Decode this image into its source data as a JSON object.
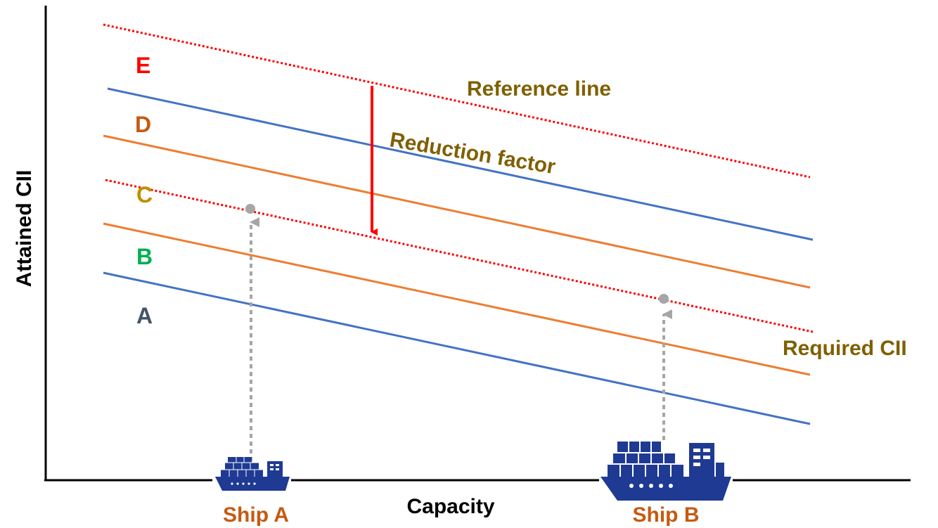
{
  "axes": {
    "y_label": "Attained CII",
    "x_label": "Capacity"
  },
  "bands": [
    {
      "label": "E",
      "color": "#ff0000"
    },
    {
      "label": "D",
      "color": "#c55a11"
    },
    {
      "label": "C",
      "color": "#bf9000"
    },
    {
      "label": "B",
      "color": "#00b050"
    },
    {
      "label": "A",
      "color": "#44546a"
    }
  ],
  "annotations": {
    "reference_line": "Reference line",
    "reduction_factor": "Reduction factor",
    "required_cii": "Required CII",
    "annotation_color": "#7f6000"
  },
  "line_colors": {
    "boundary_blue": "#4472c4",
    "boundary_orange": "#ed7d31",
    "dotted_red": "#ff0000",
    "marker_gray": "#a6a6a6"
  },
  "ships": [
    {
      "label": "Ship A",
      "color": "#c55a11",
      "icon": "container-ship-icon"
    },
    {
      "label": "Ship B",
      "color": "#c55a11",
      "icon": "container-ship-icon"
    }
  ]
}
